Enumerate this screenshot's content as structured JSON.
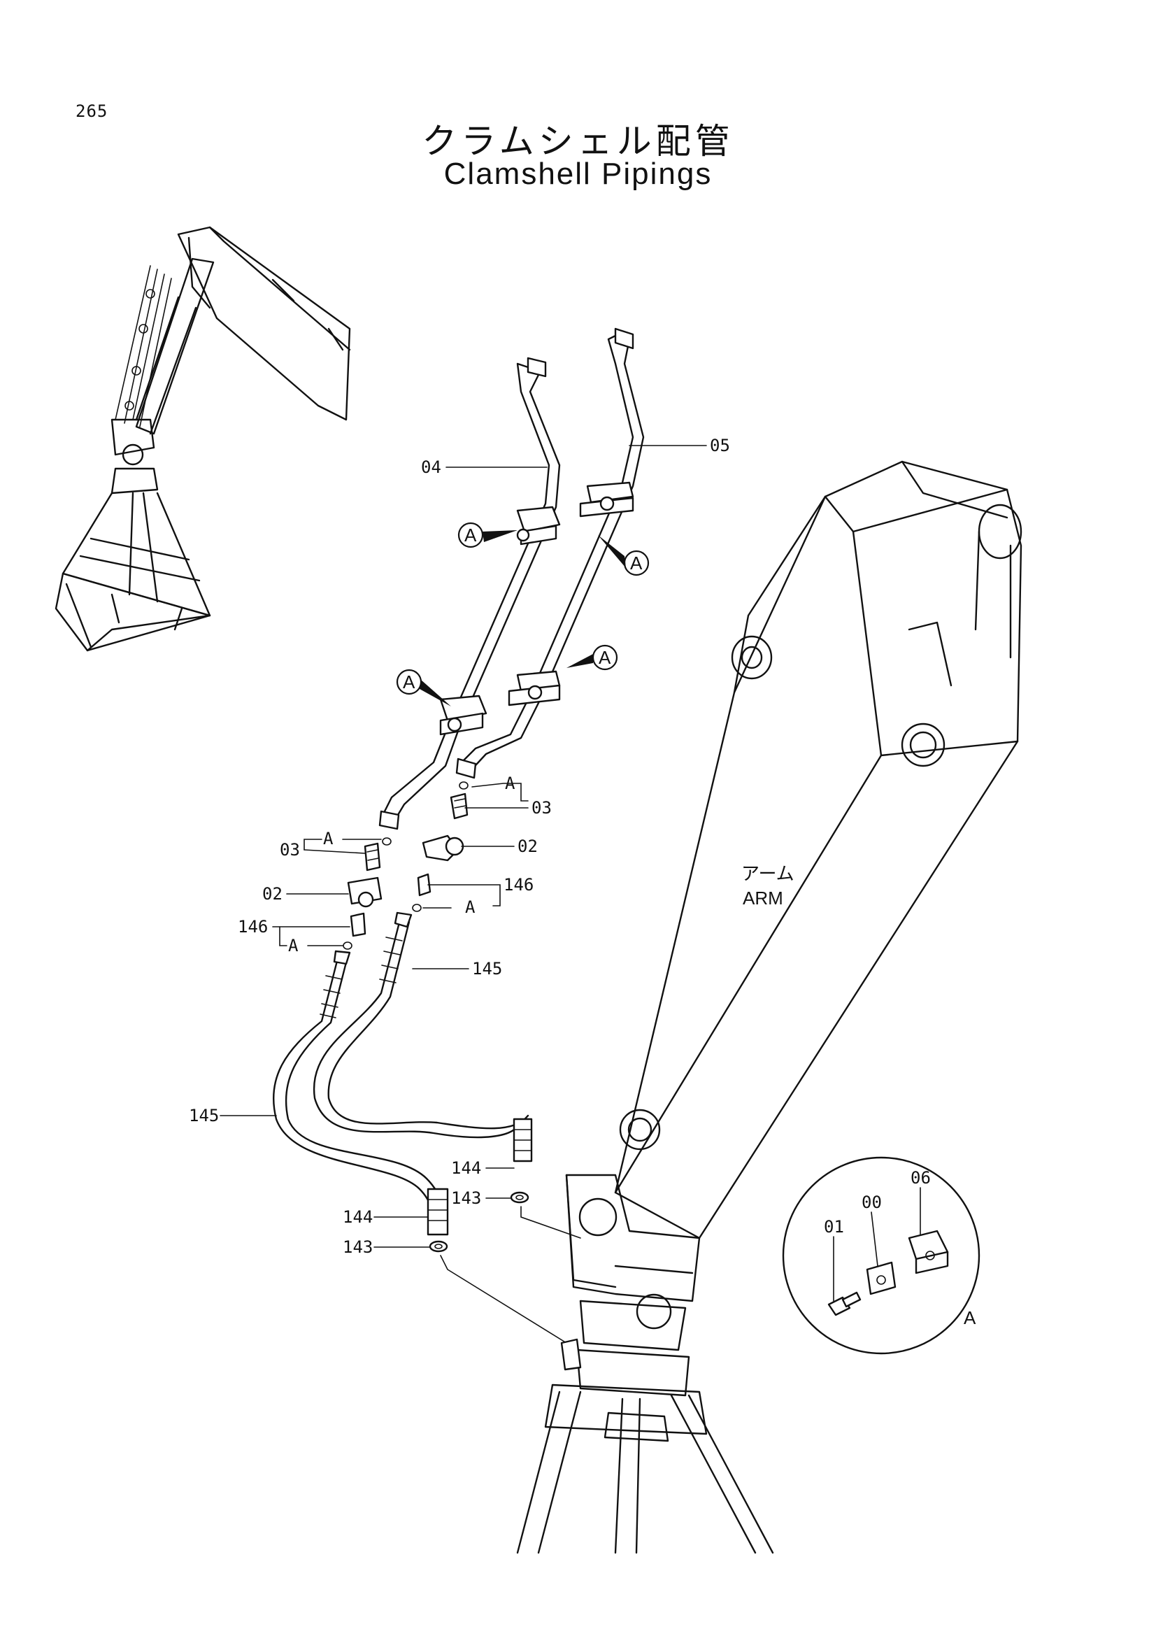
{
  "page_number": "265",
  "title_ja": "クラムシェル配管",
  "title_en": "Clamshell Pipings",
  "arm_label_ja": "アーム",
  "arm_label_en": "ARM",
  "detail_letter": "A",
  "callouts": {
    "p04": "04",
    "p05": "05",
    "p03_left": "03",
    "p03_right": "03",
    "p02_left": "02",
    "p02_right": "02",
    "p146_left": "146",
    "p146_right": "146",
    "p145_left": "145",
    "p145_right": "145",
    "p144_left": "144",
    "p144_right": "144",
    "p143_left": "143",
    "p143_right": "143",
    "a_small": "A",
    "d01": "01",
    "d00": "00",
    "d06": "06"
  }
}
